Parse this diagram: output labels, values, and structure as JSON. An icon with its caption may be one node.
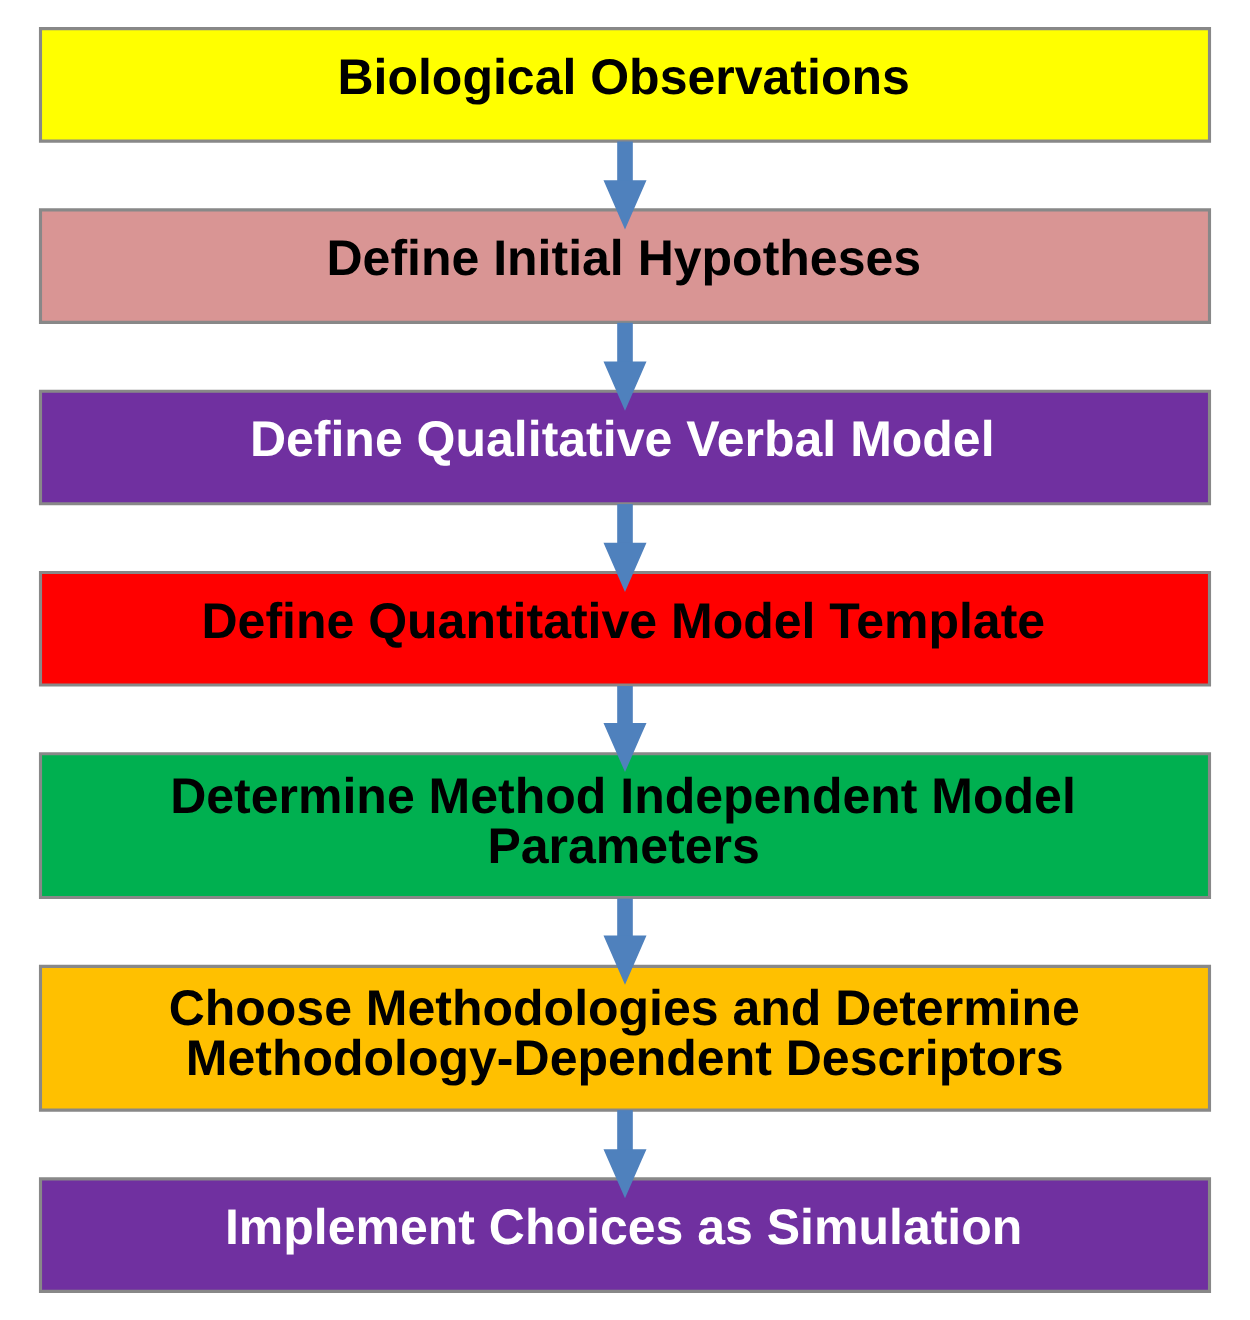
{
  "diagram": {
    "nodes": [
      {
        "text": [
          "Biological Observations"
        ]
      },
      {
        "text": [
          "Define Initial Hypotheses"
        ]
      },
      {
        "text": [
          "Define Qualitative Verbal Model"
        ]
      },
      {
        "text": [
          "Define Quantitative Model Template"
        ]
      },
      {
        "text": [
          "Determine Method Independent Model Parameters"
        ]
      },
      {
        "text": [
          "Choose Methodologies and Determine Methodology-Dependent Descriptors"
        ]
      },
      {
        "text": [
          "Implement Choices as Simulation"
        ]
      }
    ],
    "edges": [
      {
        "from": 0,
        "to": 1,
        "arrow": "to"
      },
      {
        "from": 1,
        "to": 2,
        "arrow": "to"
      },
      {
        "from": 2,
        "to": 3,
        "arrow": "to"
      },
      {
        "from": 3,
        "to": 4,
        "arrow": "to"
      },
      {
        "from": 4,
        "to": 5,
        "arrow": "to"
      },
      {
        "from": 5,
        "to": 6,
        "arrow": "to"
      }
    ]
  }
}
